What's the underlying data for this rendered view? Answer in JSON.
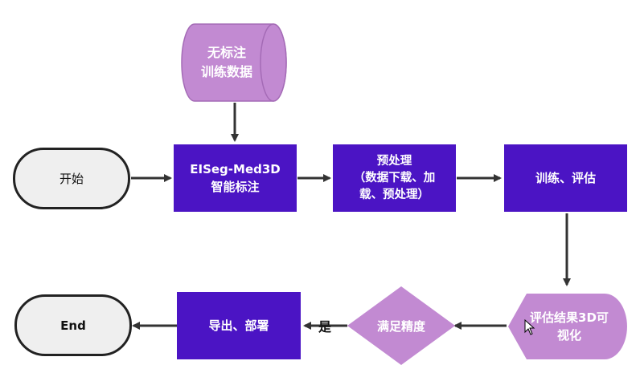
{
  "nodes": {
    "data_source": {
      "label": "无标注\n训练数据"
    },
    "start": {
      "label": "开始"
    },
    "smart_annotation": {
      "label": "EISeg-Med3D\n智能标注"
    },
    "preprocess": {
      "label": "预处理\n（数据下载、加\n载、预处理）"
    },
    "train_eval": {
      "label": "训练、评估"
    },
    "visualize": {
      "label": "评估结果3D可\n视化"
    },
    "accuracy_check": {
      "label": "满足精度"
    },
    "export_deploy": {
      "label": "导出、部署"
    },
    "end": {
      "label": "End"
    }
  },
  "edges": {
    "yes_label": "是"
  },
  "colors": {
    "process_fill": "#4b14c4",
    "lilac_fill": "#c28ad2",
    "terminal_fill": "#efefef",
    "arrow": "#333333"
  }
}
